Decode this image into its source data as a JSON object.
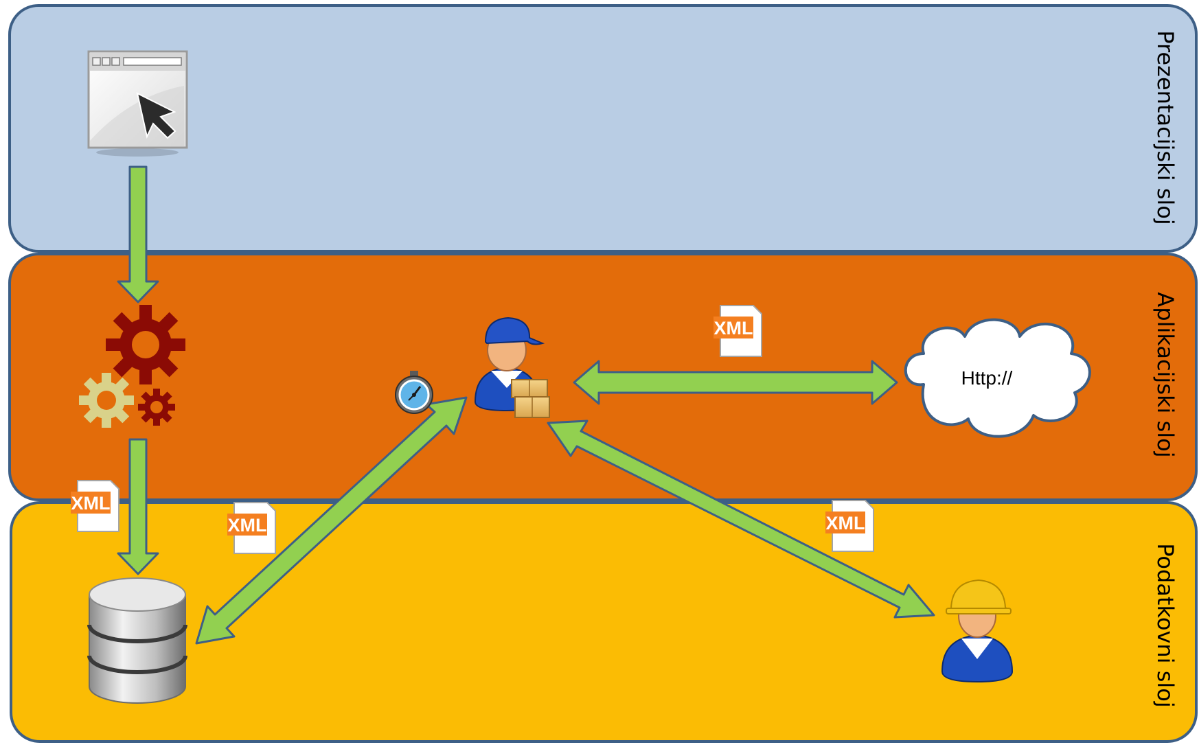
{
  "layers": {
    "presentation": {
      "label": "Prezentacijski sloj",
      "color": "#b9cde4"
    },
    "application": {
      "label": "Aplikacijski sloj",
      "color": "#e36c0a"
    },
    "data": {
      "label": "Podatkovni sloj",
      "color": "#fbbc04"
    }
  },
  "cloud": {
    "label": "Http://"
  },
  "xml_badges": [
    "XML",
    "XML",
    "XML",
    "XML"
  ],
  "colors": {
    "arrow": "#92d050",
    "arrow_border": "#3d5f86",
    "gear_dark": "#8b0b05",
    "gear_light": "#d9d28a"
  },
  "icons": [
    "browser-window-icon",
    "gears-icon",
    "stopwatch-icon",
    "courier-worker-icon",
    "cloud-icon",
    "database-icon",
    "construction-worker-icon",
    "xml-file-icon"
  ]
}
